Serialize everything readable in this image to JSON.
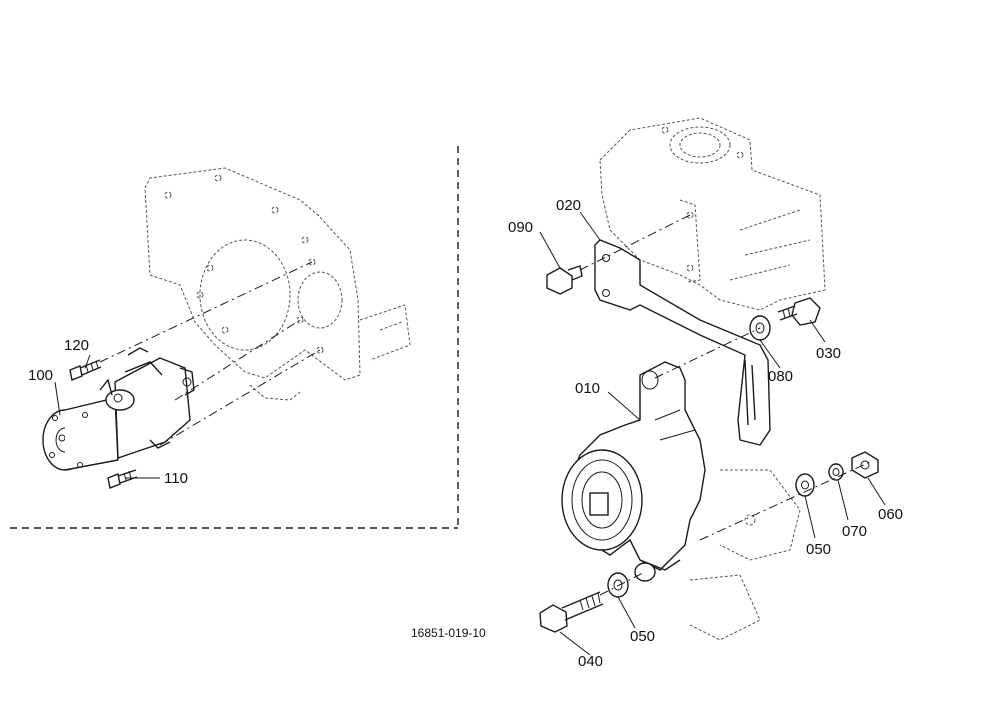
{
  "diagram": {
    "drawing_code": "16851-019-10",
    "callouts": [
      {
        "id": "callout-010",
        "label": "010"
      },
      {
        "id": "callout-020",
        "label": "020"
      },
      {
        "id": "callout-030",
        "label": "030"
      },
      {
        "id": "callout-040",
        "label": "040"
      },
      {
        "id": "callout-050-a",
        "label": "050"
      },
      {
        "id": "callout-050-b",
        "label": "050"
      },
      {
        "id": "callout-060",
        "label": "060"
      },
      {
        "id": "callout-070",
        "label": "070"
      },
      {
        "id": "callout-080",
        "label": "080"
      },
      {
        "id": "callout-090",
        "label": "090"
      },
      {
        "id": "callout-100",
        "label": "100"
      },
      {
        "id": "callout-110",
        "label": "110"
      },
      {
        "id": "callout-120",
        "label": "120"
      }
    ]
  }
}
